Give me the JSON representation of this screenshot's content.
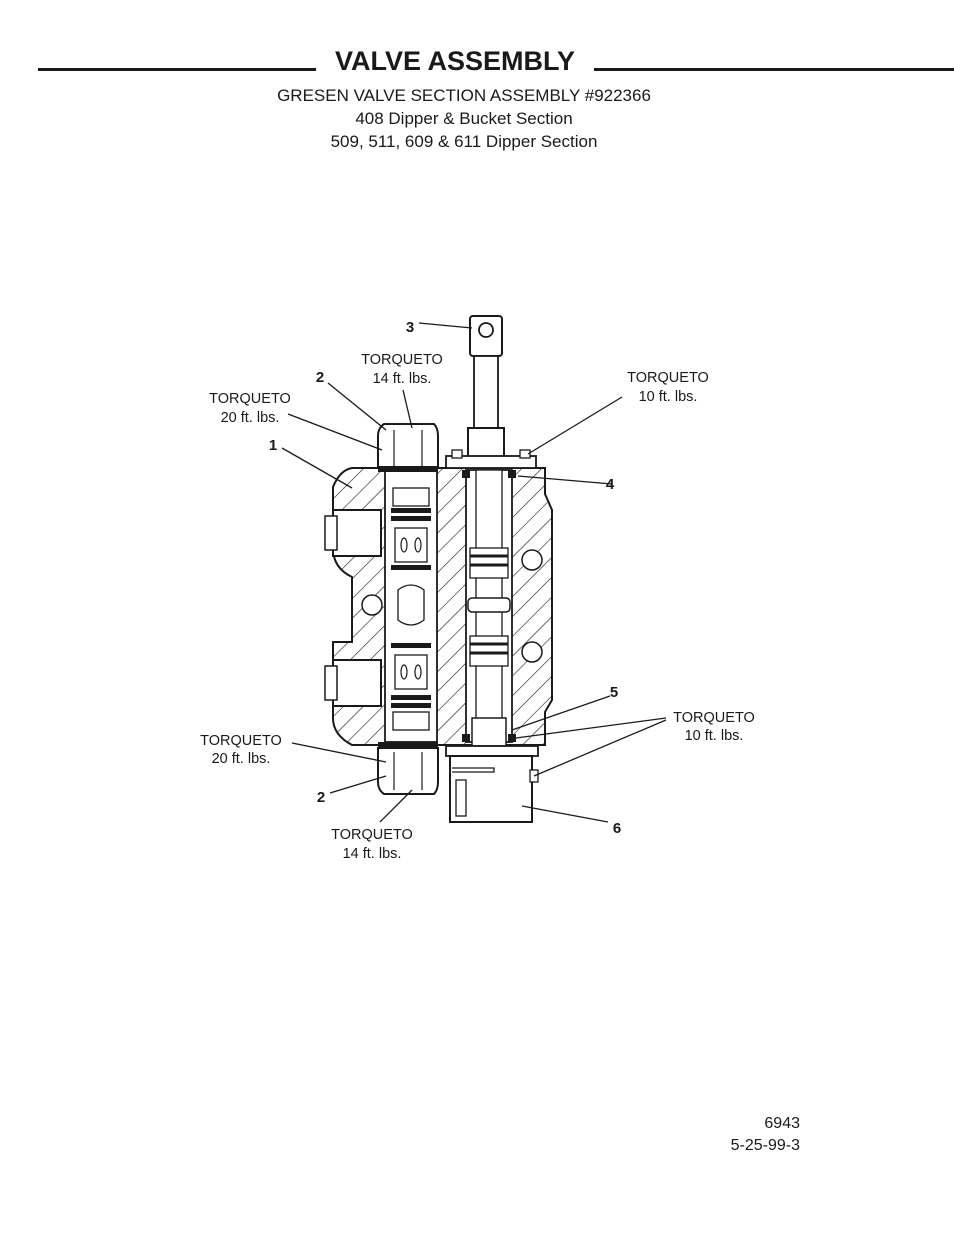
{
  "header": {
    "title": "VALVE ASSEMBLY",
    "subtitle_lines": [
      "GRESEN VALVE SECTION ASSEMBLY #922366",
      "408 Dipper & Bucket Section",
      "509, 511, 609 & 611 Dipper Section"
    ]
  },
  "callouts": {
    "n1": "1",
    "n2_top": "2",
    "n2_bottom": "2",
    "n3": "3",
    "n4": "4",
    "n5": "5",
    "n6": "6"
  },
  "torque_notes": {
    "top_center": [
      "TORQUETO",
      "14 ft. lbs."
    ],
    "top_left": [
      "TORQUETO",
      "20 ft. lbs."
    ],
    "top_right": [
      "TORQUETO",
      "10 ft. lbs."
    ],
    "mid_right": [
      "TORQUETO",
      "10 ft. lbs."
    ],
    "bottom_left": [
      "TORQUETO",
      "20 ft. lbs."
    ],
    "bottom_center": [
      "TORQUETO",
      "14 ft. lbs."
    ]
  },
  "footer": {
    "drawing_number": "6943",
    "revision": "5-25-99-3"
  }
}
